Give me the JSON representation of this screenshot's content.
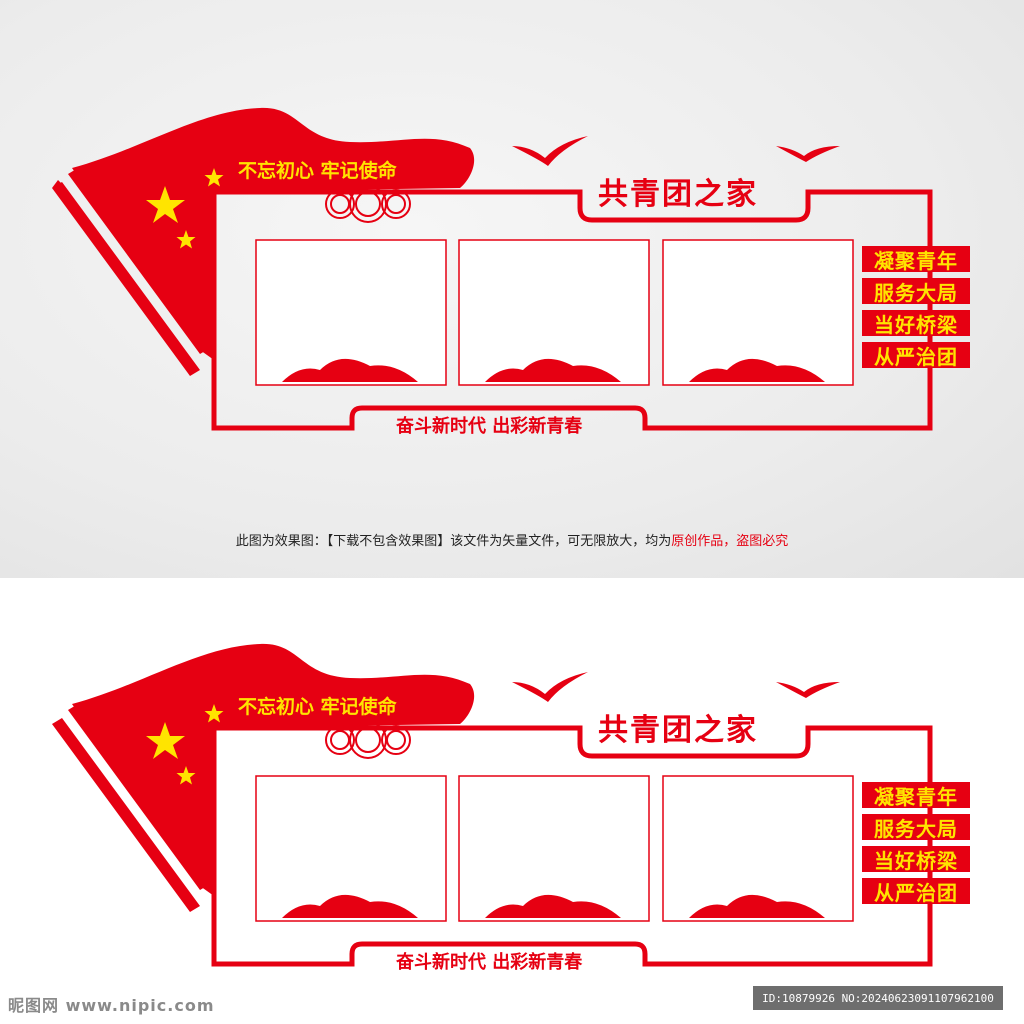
{
  "colors": {
    "red": "#e60012",
    "yellow": "#ffe400",
    "gray_bg": "#ececec"
  },
  "design": {
    "flag_slogan": "不忘初心 牢记使命",
    "main_title": "共青团之家",
    "bottom_slogan": "奋斗新时代 出彩新青春",
    "side_items": [
      "凝聚青年",
      "服务大局",
      "当好桥梁",
      "从严治团"
    ],
    "photo_frames": 3
  },
  "caption": {
    "prefix": "此图为效果图：【下载不包含效果图】该文件为矢量文件，可无限放大，均为",
    "highlight": "原创作品，盗图必究"
  },
  "watermark": {
    "site": "昵图网 www.nipic.com",
    "id": "ID:10879926 NO:20240623091107962100"
  }
}
